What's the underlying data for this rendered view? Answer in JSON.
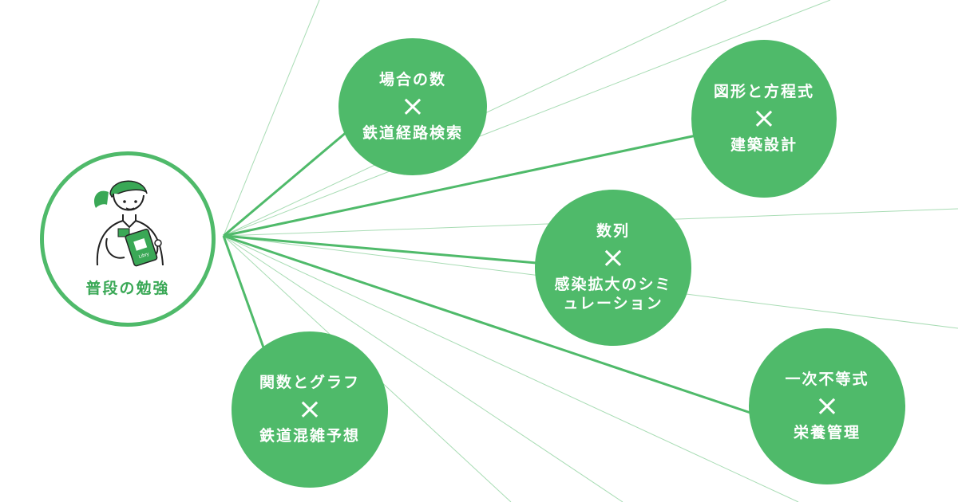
{
  "center": {
    "label": "普段の勉強",
    "illustration": "student-holding-tablet"
  },
  "topics": [
    {
      "subject": "場合の数",
      "separator": "×",
      "application": "鉄道経路検索"
    },
    {
      "subject": "図形と方程式",
      "separator": "×",
      "application": "建築設計"
    },
    {
      "subject": "数列",
      "separator": "×",
      "application": "感染拡大のシミュレーション"
    },
    {
      "subject": "関数とグラフ",
      "separator": "×",
      "application": "鉄道混雑予想"
    },
    {
      "subject": "一次不等式",
      "separator": "×",
      "application": "栄養管理"
    }
  ],
  "tablet_text": "Libry",
  "colors": {
    "accent": "#4fba6a",
    "accent_dark": "#3aa856",
    "thin_line": "#9ad7a8",
    "background": "#ffffff"
  }
}
